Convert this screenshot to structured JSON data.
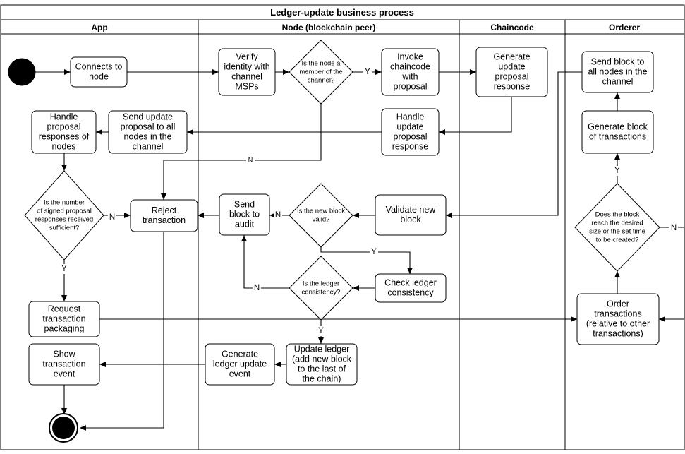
{
  "title": "Ledger-update business process",
  "lanes": [
    {
      "id": "app",
      "label": "App"
    },
    {
      "id": "node",
      "label": "Node (blockchain peer)"
    },
    {
      "id": "chaincode",
      "label": "Chaincode"
    },
    {
      "id": "orderer",
      "label": "Orderer"
    }
  ],
  "nodes": {
    "connect": [
      "Connects to",
      "node"
    ],
    "verify": [
      "Verify",
      "identity with",
      "channel",
      "MSPs"
    ],
    "is_member": [
      "Is the node a",
      "member of the",
      "channel?"
    ],
    "invoke": [
      "Invoke",
      "chaincode",
      "with",
      "proposal"
    ],
    "gen_update": [
      "Generate",
      "update",
      "proposal",
      "response"
    ],
    "handle_update": [
      "Handle",
      "update",
      "proposal",
      "response"
    ],
    "send_update": [
      "Send update",
      "proposal to all",
      "nodes in the",
      "channel"
    ],
    "handle_responses": [
      "Handle",
      "proposal",
      "responses of",
      "nodes"
    ],
    "signed_sufficient": [
      "Is the number",
      "of signed proposal",
      "responses received",
      "sufficient?"
    ],
    "reject": [
      "Reject",
      "transaction"
    ],
    "send_audit": [
      "Send",
      "block to",
      "audit"
    ],
    "new_block_valid": [
      "Is the new block",
      "valid?"
    ],
    "validate": [
      "Validate new",
      "block"
    ],
    "check_ledger": [
      "Check ledger",
      "consistency"
    ],
    "ledger_consistency": [
      "Is the ledger",
      "consistency?"
    ],
    "request_packaging": [
      "Request",
      "transaction",
      "packaging"
    ],
    "show_event": [
      "Show",
      "transaction",
      "event"
    ],
    "gen_ledger_event": [
      "Generate",
      "ledger update",
      "event"
    ],
    "update_ledger": [
      "Update ledger",
      "(add new block",
      "to the last of",
      "the chain)"
    ],
    "send_block": [
      "Send block to",
      "all nodes in the",
      "channel"
    ],
    "gen_block": [
      "Generate block",
      "of transactions"
    ],
    "block_reach": [
      "Does the block",
      "reach the desired",
      "size or the set time",
      "to be created?"
    ],
    "order_tx": [
      "Order",
      "transactions",
      "(relative to other",
      "transactions)"
    ]
  },
  "edge_labels": {
    "yes": "Y",
    "no": "N"
  }
}
